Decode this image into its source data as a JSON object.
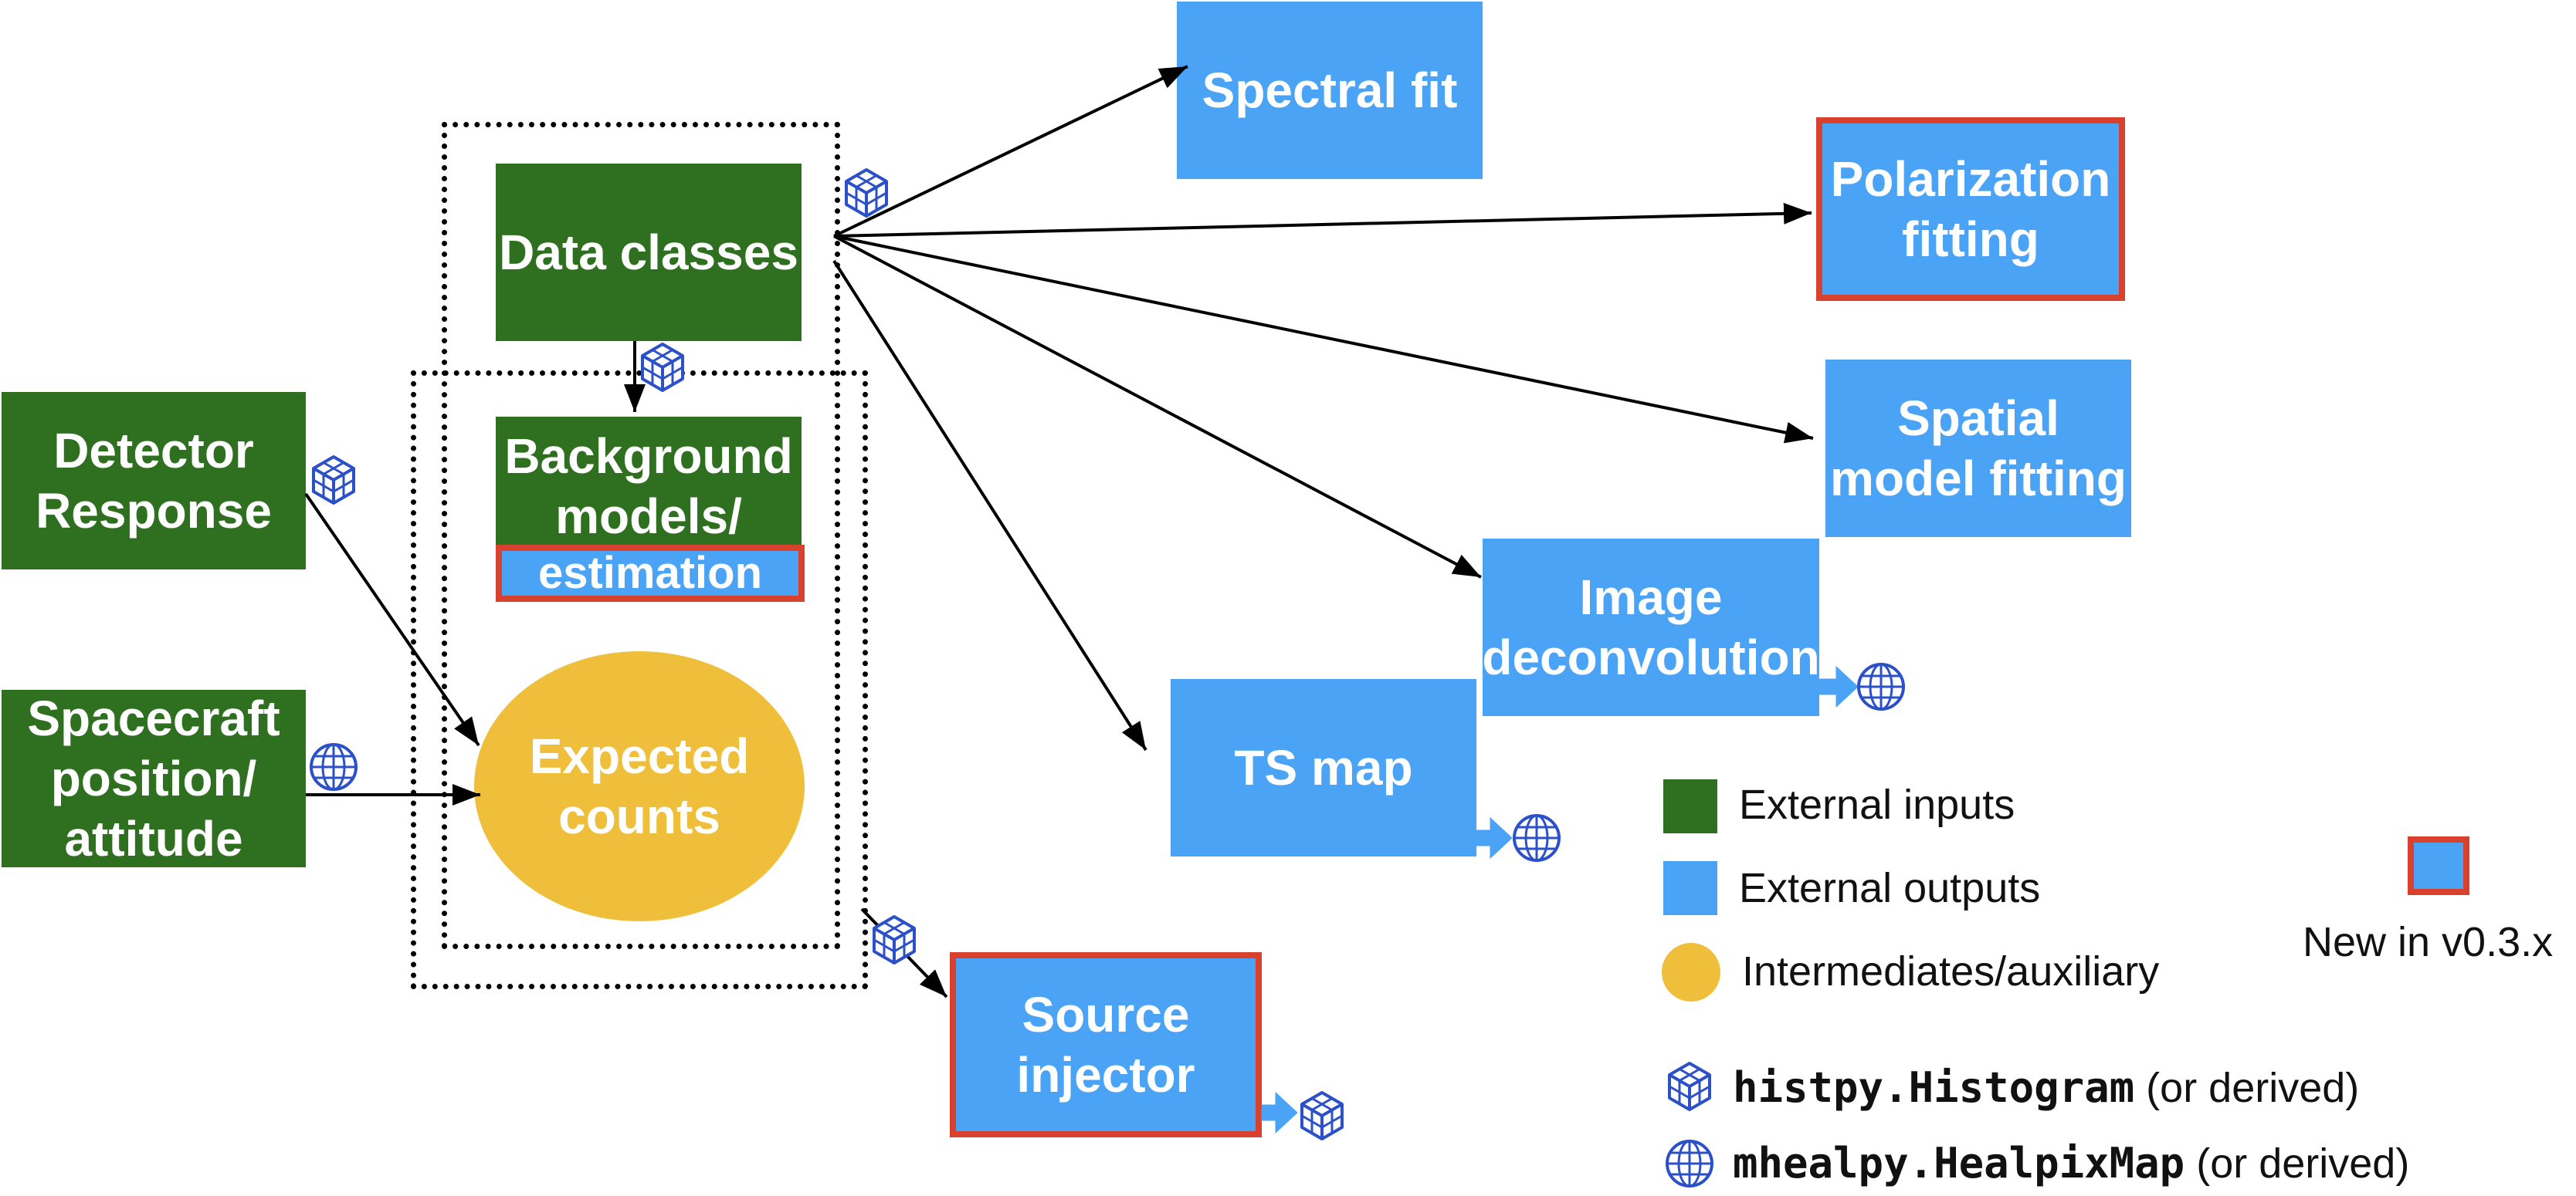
{
  "nodes": {
    "data_classes": "Data classes",
    "detector_response": "Detector\nResponse",
    "background": "Background\nmodels/",
    "background_estimation": "estimation",
    "spacecraft": "Spacecraft\nposition/\nattitude",
    "expected_counts": "Expected\ncounts",
    "spectral_fit": "Spectral fit",
    "polarization": "Polarization\nfitting",
    "spatial": "Spatial\nmodel fitting",
    "image_deconvolution": "Image\ndeconvolution",
    "ts_map": "TS map",
    "source_injector": "Source\ninjector"
  },
  "legend": {
    "external_inputs": "External inputs",
    "external_outputs": "External outputs",
    "intermediates": "Intermediates/auxiliary",
    "new_in": "New in v0.3.x",
    "histogram_code": "histpy.Histogram",
    "histogram_suffix": " (or derived)",
    "healpix_code": "mhealpy.HealpixMap",
    "healpix_suffix": " (or derived)"
  },
  "colors": {
    "external_inputs": "#2e7020",
    "external_outputs": "#4ba3f5",
    "intermediates": "#efbf3c",
    "new_border": "#d9412f",
    "icon": "#2b50c8"
  },
  "icons": {
    "histogram": "cube-grid-icon",
    "healpix": "globe-icon"
  }
}
